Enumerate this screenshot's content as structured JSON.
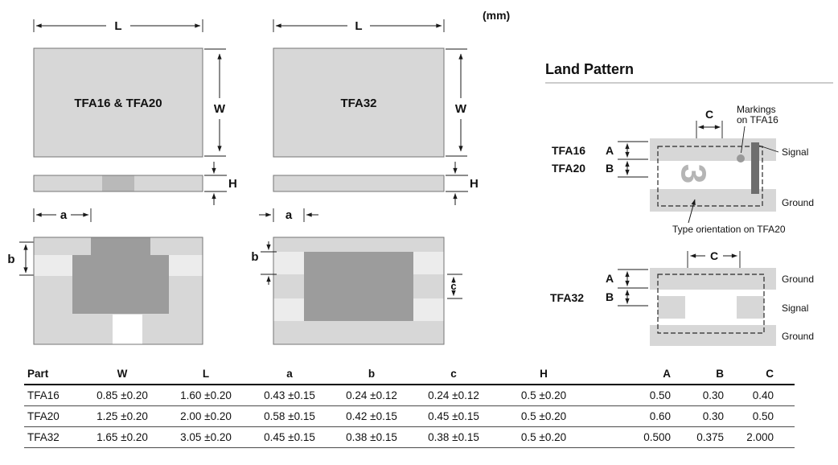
{
  "units_label": "(mm)",
  "palette": {
    "pad_light": "#d7d7d7",
    "pad_lighter": "#ececec",
    "pad_dark": "#9c9c9c",
    "marking_bar": "#6e6e6e"
  },
  "drawings": {
    "tfa16_20_label": "TFA16 & TFA20",
    "tfa32_label": "TFA32",
    "dims": {
      "L": "L",
      "W": "W",
      "H": "H",
      "a": "a",
      "b": "b",
      "c": "c"
    }
  },
  "land_pattern": {
    "title": "Land Pattern",
    "tfa16_label": "TFA16",
    "tfa20_label": "TFA20",
    "tfa32_label": "TFA32",
    "dims": {
      "A": "A",
      "B": "B",
      "C": "C"
    },
    "markings_note": [
      "Markings",
      "on TFA16"
    ],
    "signal_label": "Signal",
    "ground_label": "Ground",
    "orientation_glyph": "3",
    "orientation_note": "Type orientation on TFA20"
  },
  "table": {
    "headers": [
      "Part",
      "W",
      "L",
      "a",
      "b",
      "c",
      "H",
      "A",
      "B",
      "C"
    ],
    "rows": [
      [
        "TFA16",
        "0.85 ±0.20",
        "1.60 ±0.20",
        "0.43 ±0.15",
        "0.24 ±0.12",
        "0.24 ±0.12",
        "0.5 ±0.20",
        "0.50",
        "0.30",
        "0.40"
      ],
      [
        "TFA20",
        "1.25 ±0.20",
        "2.00 ±0.20",
        "0.58 ±0.15",
        "0.42 ±0.15",
        "0.45 ±0.15",
        "0.5 ±0.20",
        "0.60",
        "0.30",
        "0.50"
      ],
      [
        "TFA32",
        "1.65 ±0.20",
        "3.05 ±0.20",
        "0.45 ±0.15",
        "0.38 ±0.15",
        "0.38 ±0.15",
        "0.5 ±0.20",
        "0.500",
        "0.375",
        "2.000"
      ]
    ]
  }
}
